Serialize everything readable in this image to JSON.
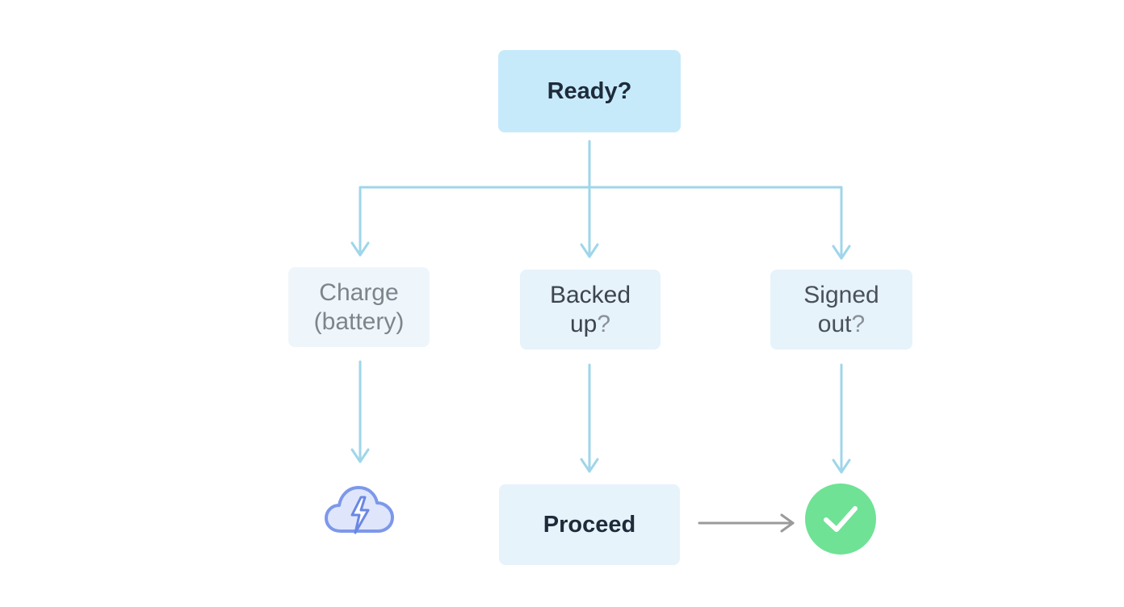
{
  "diagram": {
    "nodes": {
      "ready": {
        "label": "Ready?"
      },
      "charge": {
        "label": "Charge\n(battery)"
      },
      "backed": {
        "label_main": "Backed\nup",
        "label_q": "?"
      },
      "signed": {
        "label_main": "Signed\nout",
        "label_q": "?"
      },
      "proceed": {
        "label": "Proceed"
      }
    },
    "icons": {
      "charge_result": "cloud-lightning-icon",
      "done": "checkmark-icon"
    },
    "edges": [
      {
        "from": "ready",
        "to": "charge"
      },
      {
        "from": "ready",
        "to": "backed"
      },
      {
        "from": "ready",
        "to": "signed"
      },
      {
        "from": "charge",
        "to": "charge_result"
      },
      {
        "from": "backed",
        "to": "proceed"
      },
      {
        "from": "signed",
        "to": "done"
      },
      {
        "from": "proceed",
        "to": "done"
      }
    ],
    "colors": {
      "connector": "#9fd6ea",
      "arrow_gray": "#9a9a9a",
      "done_green": "#6fe295",
      "cloud_blue": "#7d98ea"
    }
  }
}
